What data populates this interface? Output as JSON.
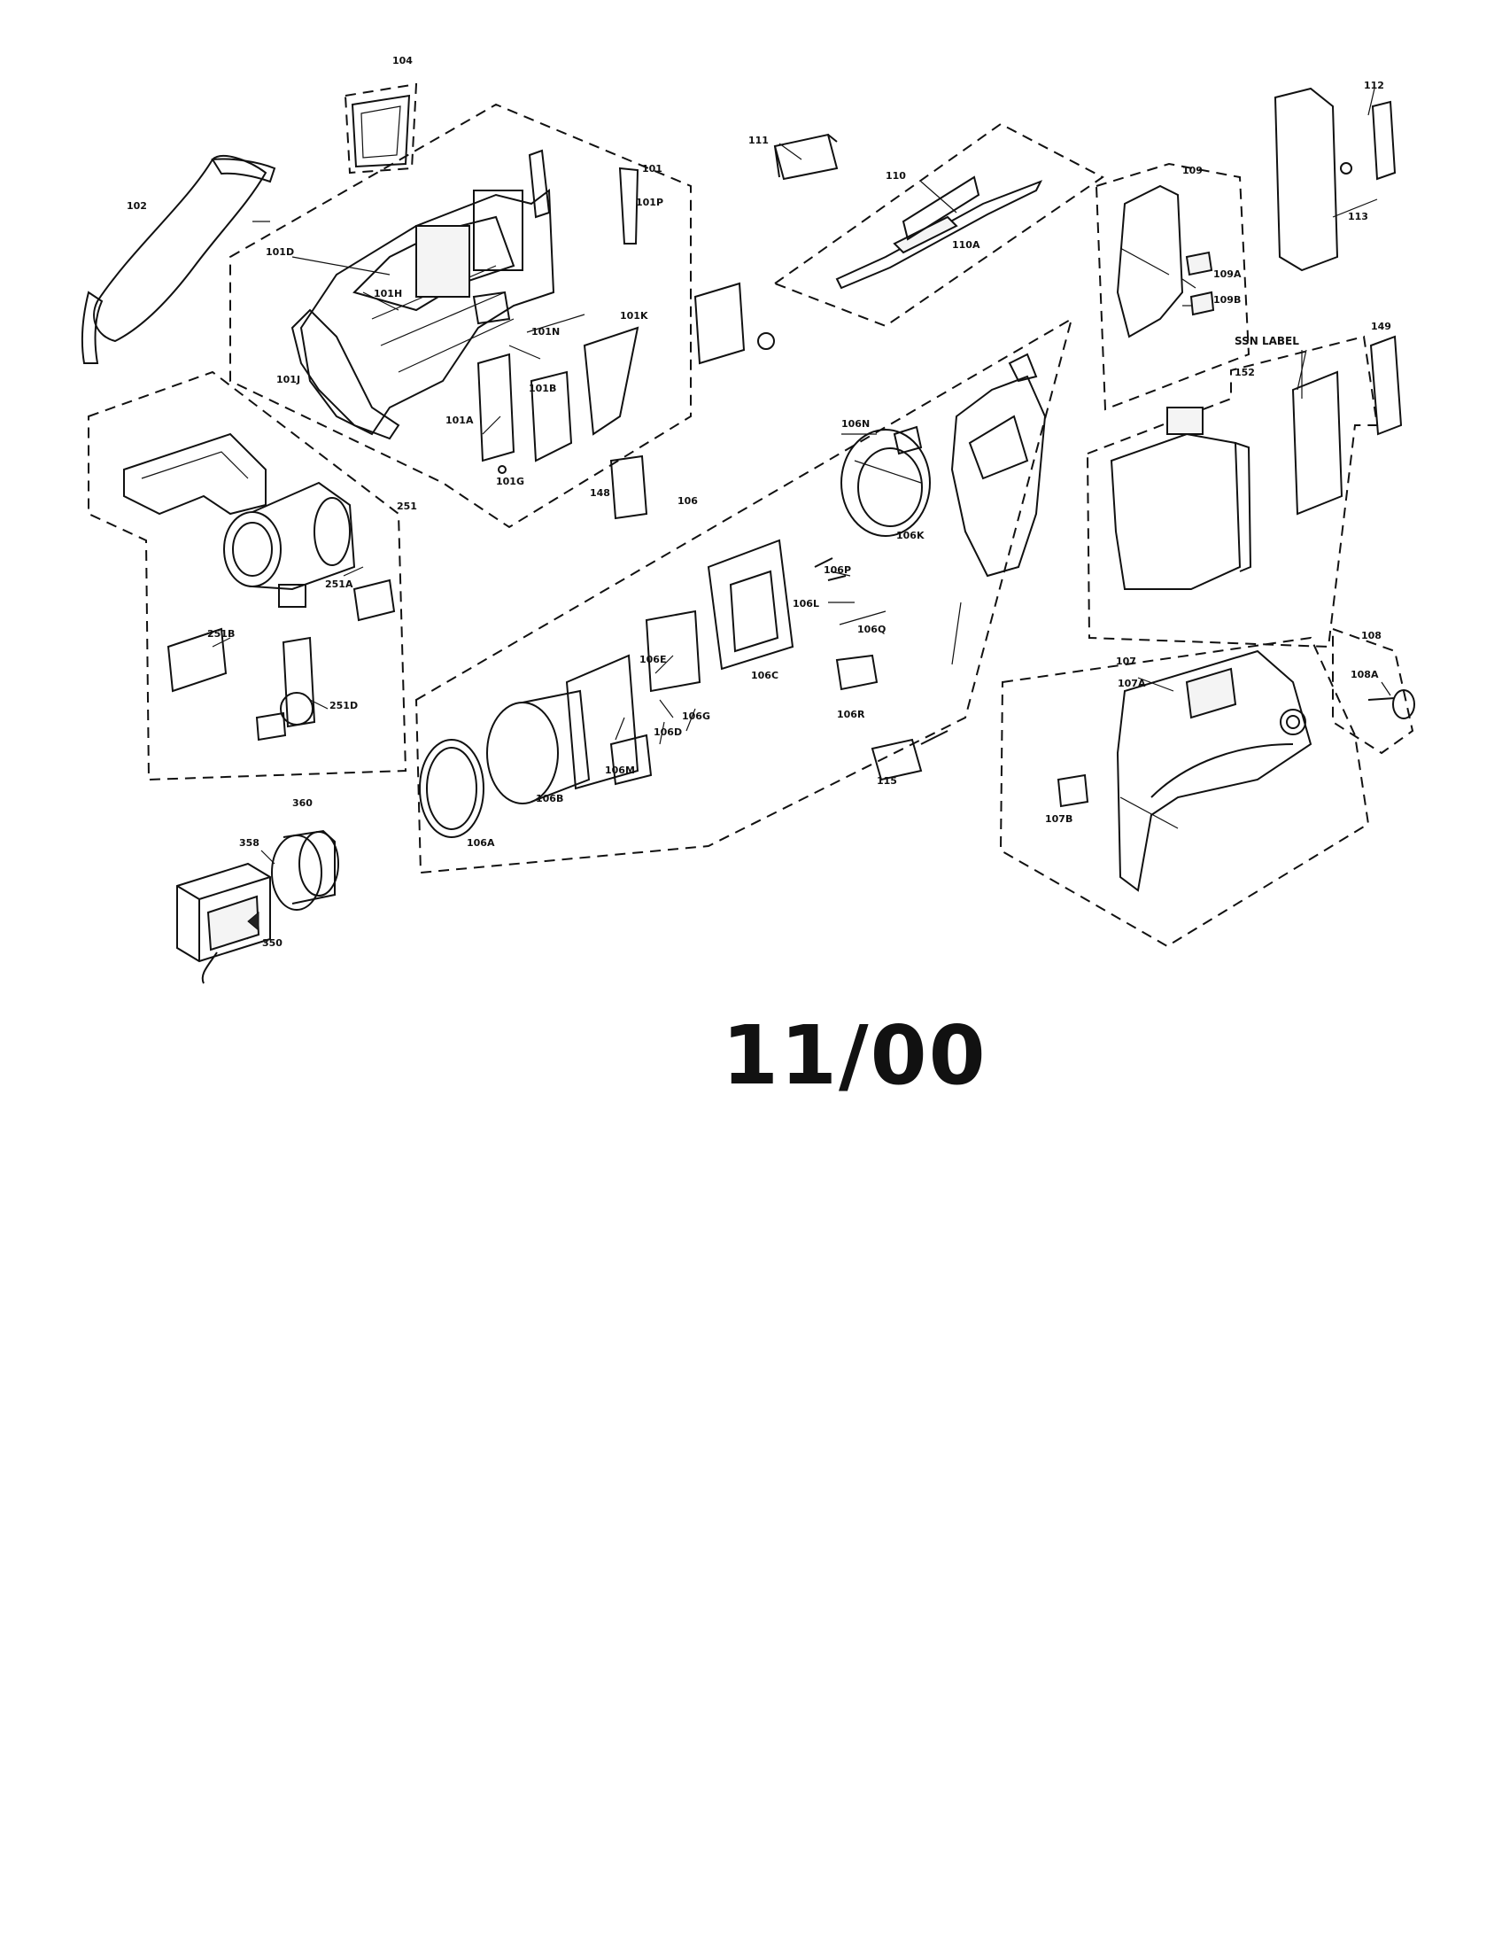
{
  "diagram": {
    "labels": {
      "l104": "104",
      "l102": "102",
      "l101": "101",
      "l101D": "101D",
      "l101P": "101P",
      "l101H": "101H",
      "l101N": "101N",
      "l101K": "101K",
      "l101J": "101J",
      "l101A": "101A",
      "l101B": "101B",
      "l101G": "101G",
      "l148": "148",
      "l111": "111",
      "l110": "110",
      "l110A": "110A",
      "l109": "109",
      "l109A": "109A",
      "l109B": "109B",
      "l112": "112",
      "l113": "113",
      "lSSN": "SSN LABEL",
      "l149": "149",
      "l152": "152",
      "l251": "251",
      "l251A": "251A",
      "l251B": "251B",
      "l251D": "251D",
      "l106": "106",
      "l106N": "106N",
      "l106K": "106K",
      "l106P": "106P",
      "l106L": "106L",
      "l106Q": "106Q",
      "l106C": "106C",
      "l106E": "106E",
      "l106D": "106D",
      "l106G": "106G",
      "l106M": "106M",
      "l106B": "106B",
      "l106A": "106A",
      "l106R": "106R",
      "l115": "115",
      "l107": "107",
      "l107A": "107A",
      "l107B": "107B",
      "l108": "108",
      "l108A": "108A",
      "l360": "360",
      "l358": "358",
      "l350": "350"
    }
  },
  "footer": {
    "code": "11/00"
  }
}
